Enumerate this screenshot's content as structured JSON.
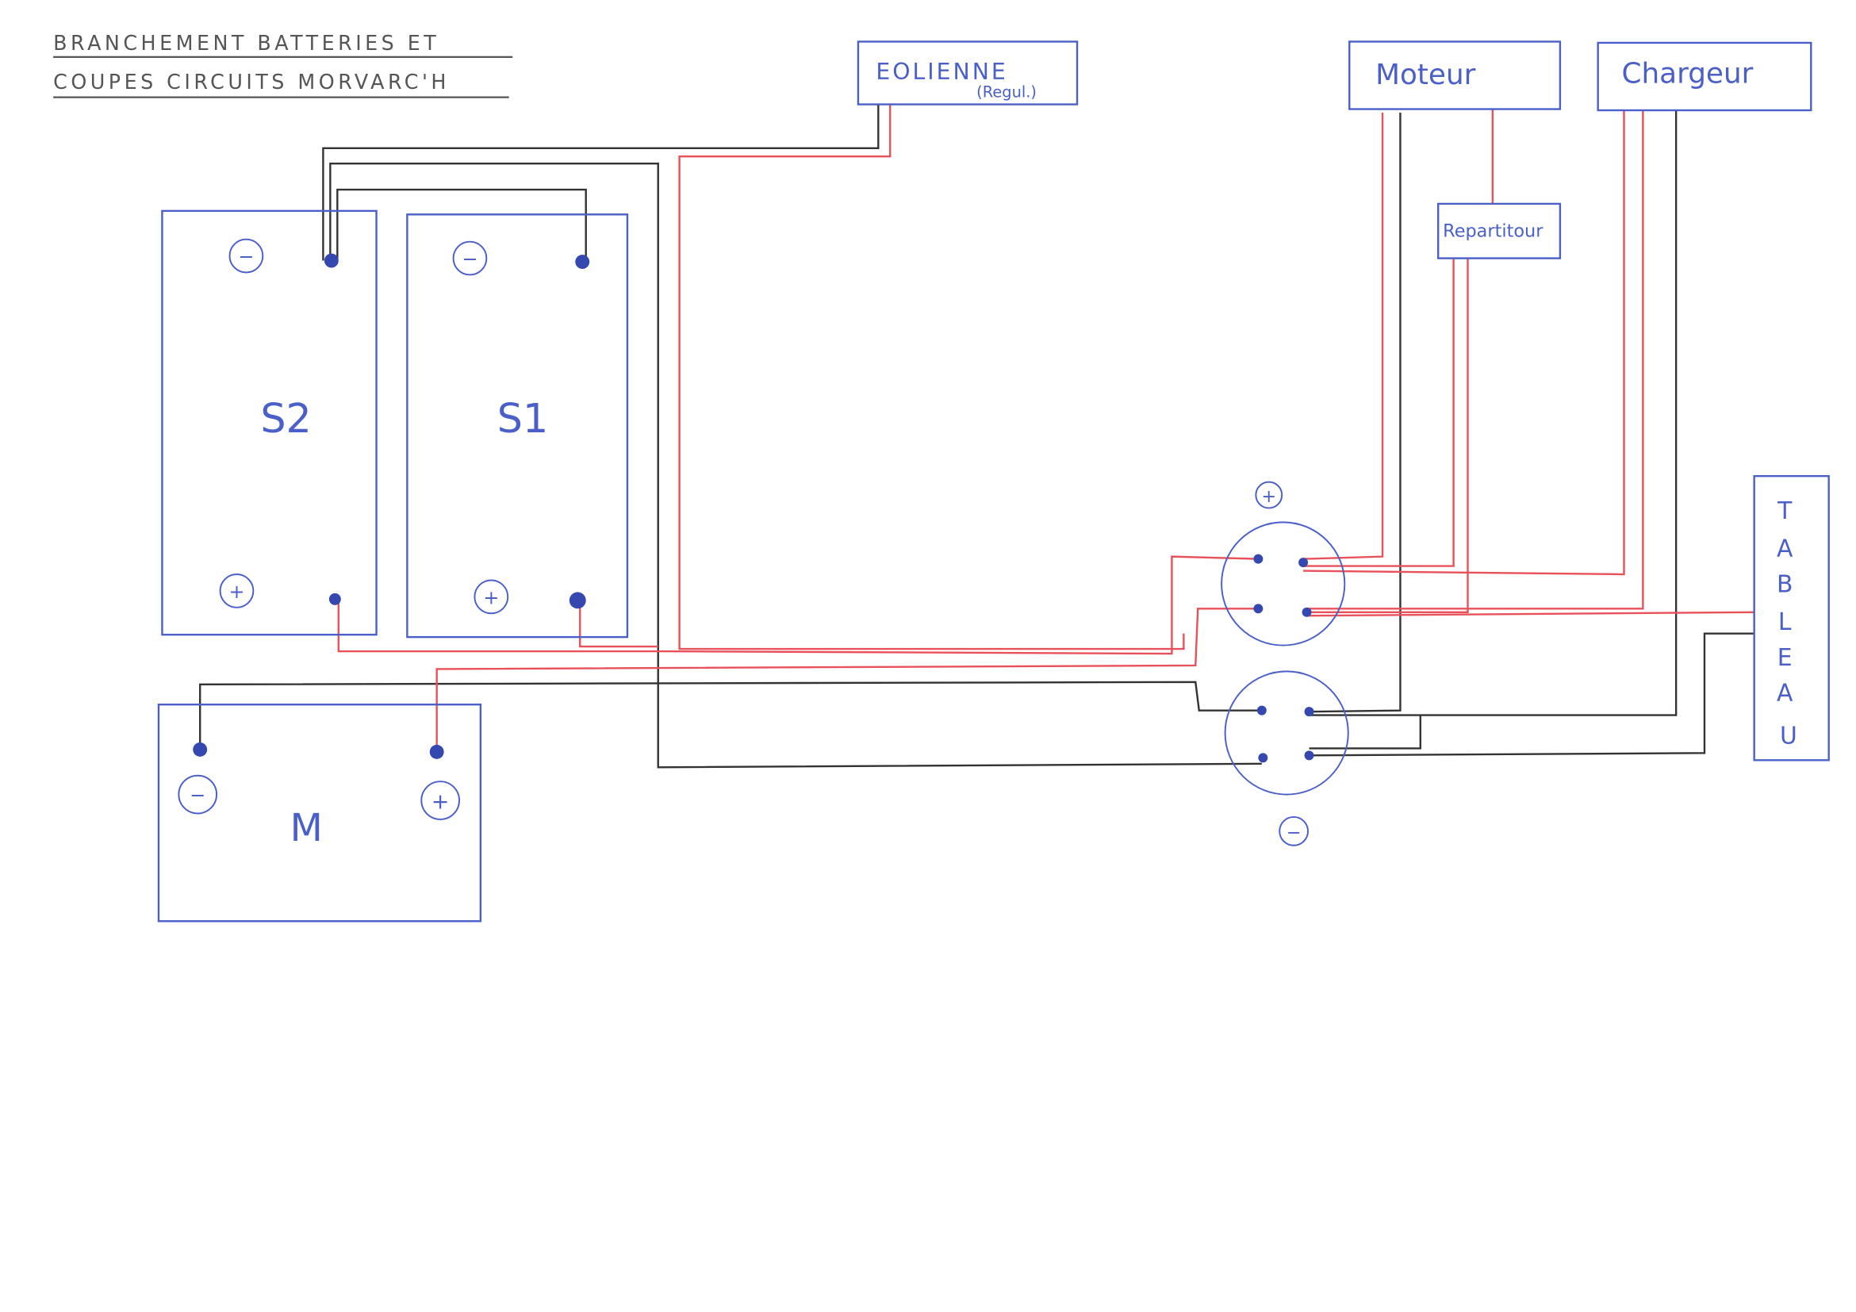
{
  "title": {
    "line1": "BRANCHEMENT BATTERIES ET",
    "line2": "COUPES CIRCUITS MORVARC'H"
  },
  "boxes": {
    "eolienne": "EOLIENNE",
    "eolienne_sub": "(Regul.)",
    "moteur": "Moteur",
    "chargeur": "Chargeur",
    "repartiteur": "Repartitour",
    "tableau": [
      "T",
      "A",
      "B",
      "L",
      "E",
      "A",
      "U"
    ]
  },
  "batteries": {
    "s2": "S2",
    "s1": "S1",
    "m": "M"
  },
  "symbols": {
    "plus": "+",
    "minus": "−"
  },
  "colors": {
    "ink": "#4a5fc8",
    "positive_wire": "#e8505a",
    "negative_wire": "#333333"
  }
}
